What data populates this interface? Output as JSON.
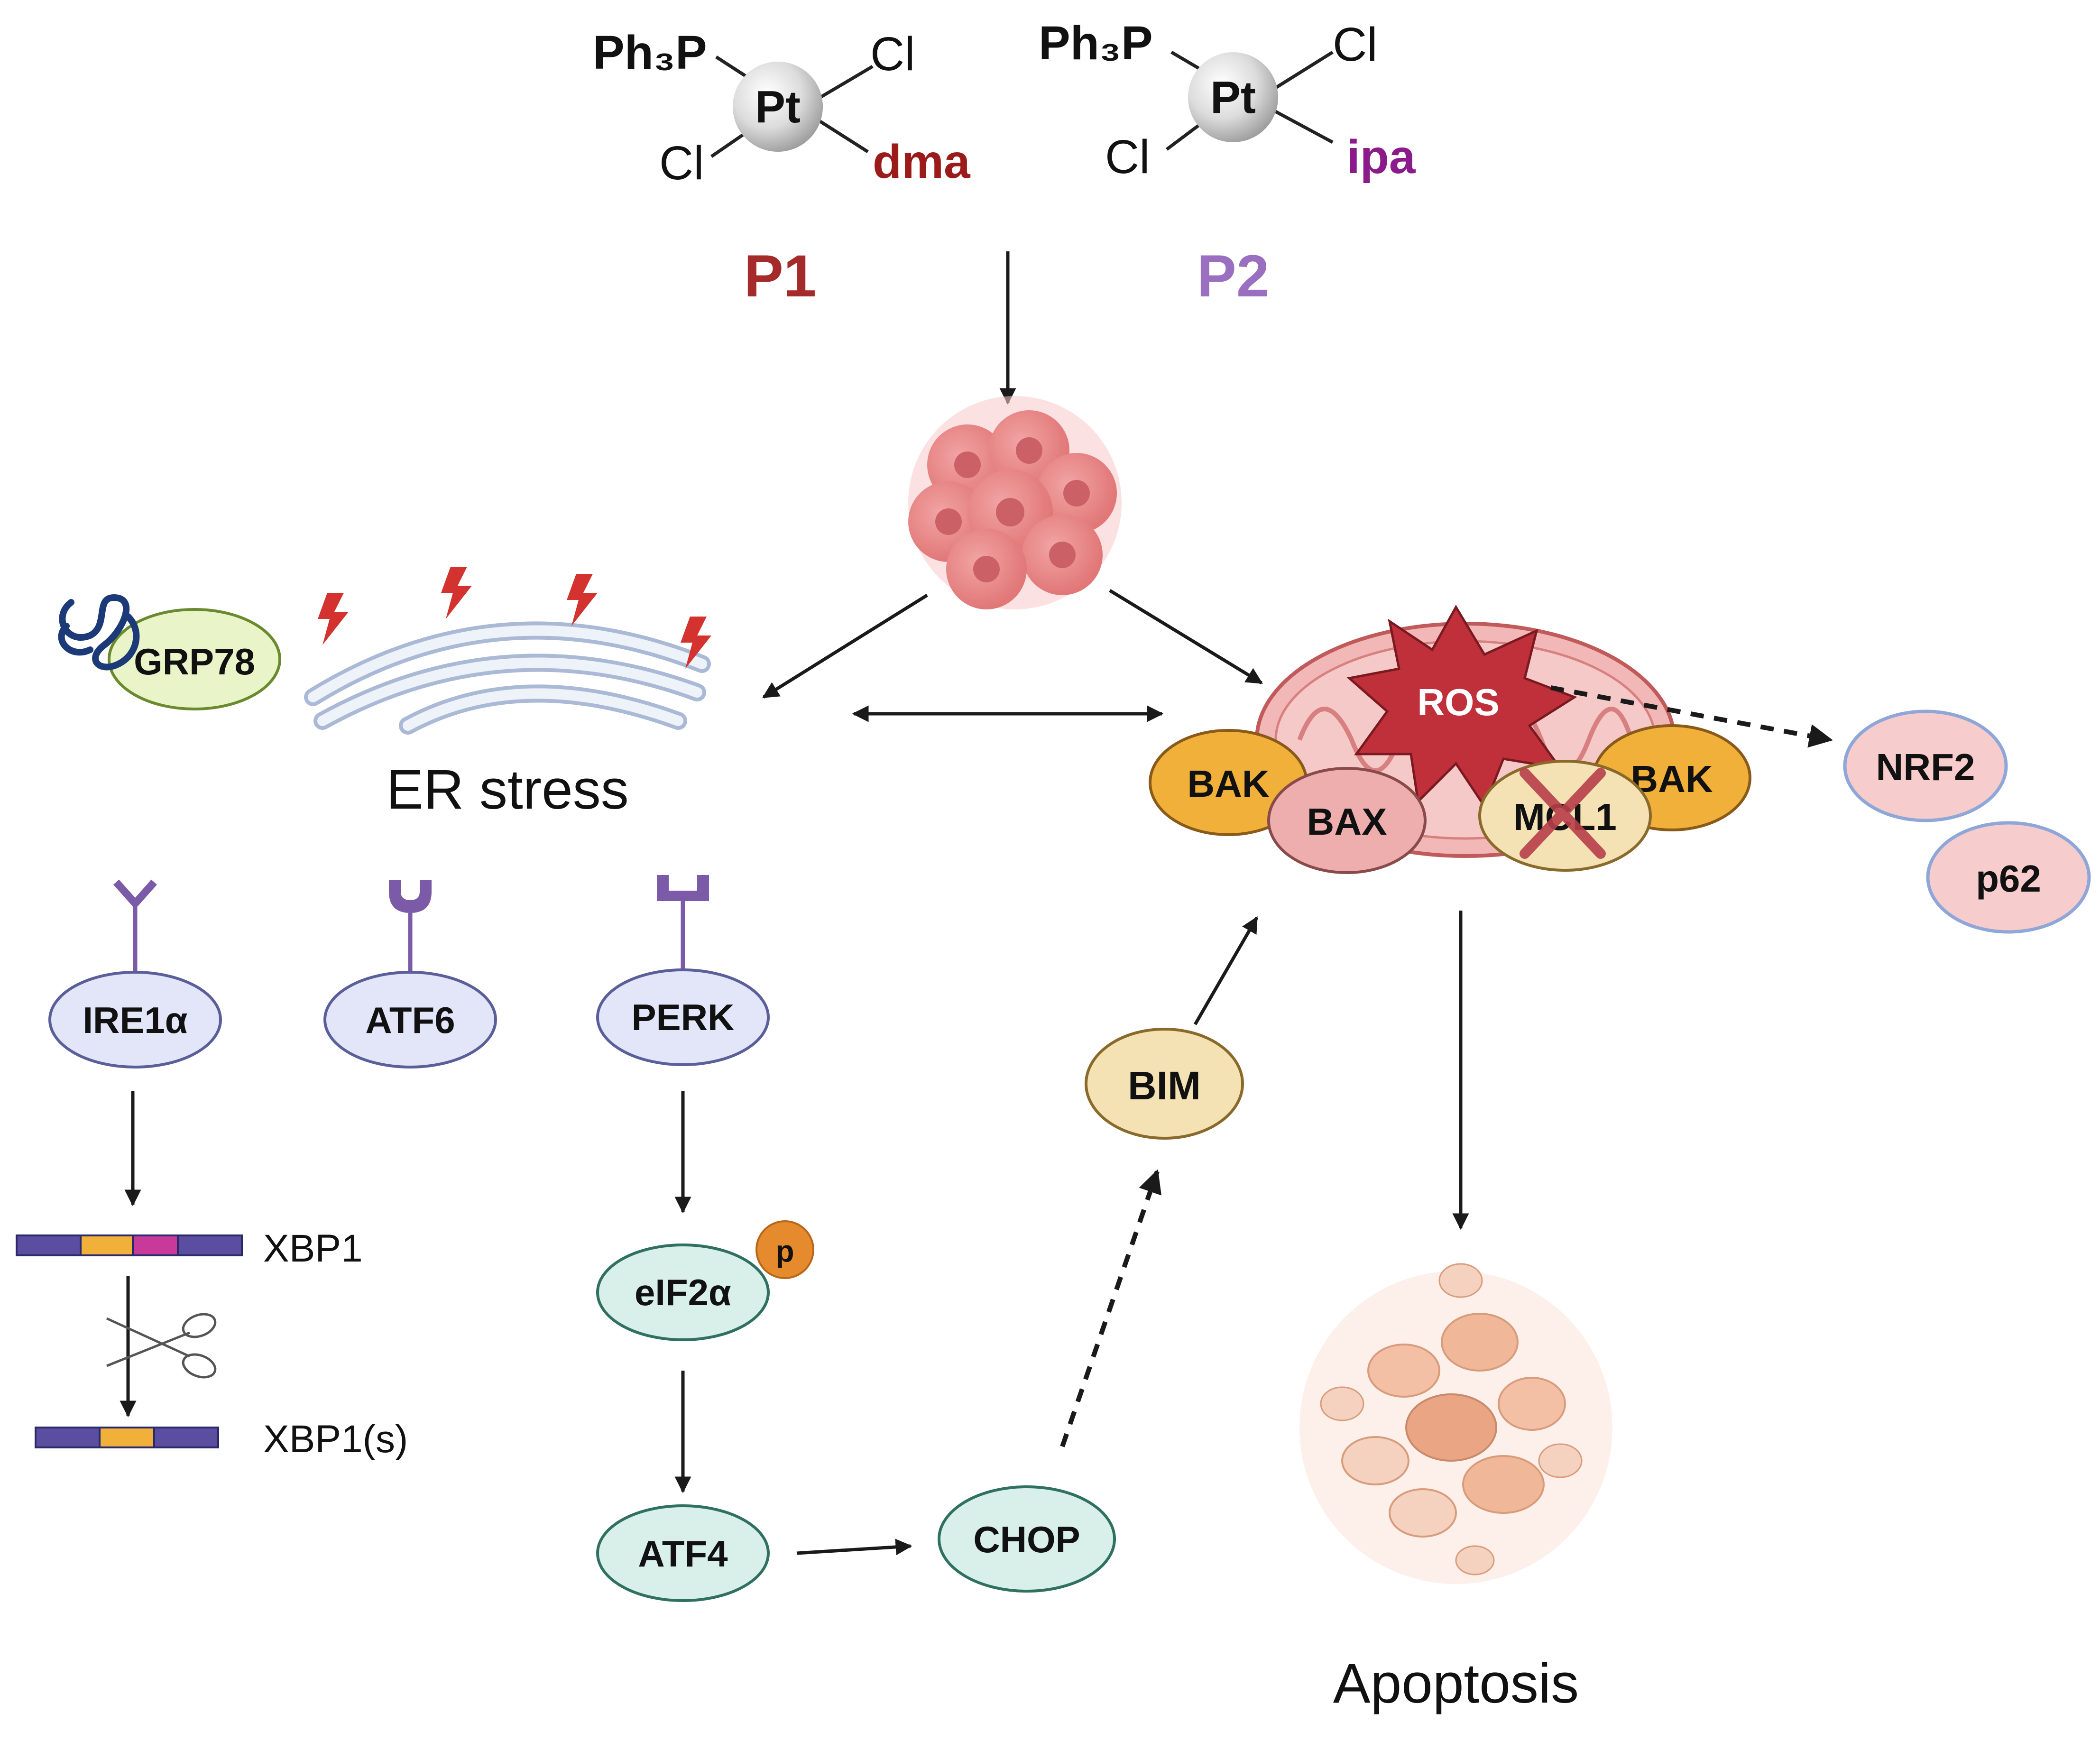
{
  "compounds": {
    "p1": {
      "ligand_ph3p": "Ph₃P",
      "metal": "Pt",
      "cl_top": "Cl",
      "cl_bottom": "Cl",
      "ligand_amine": "dma",
      "label": "P1"
    },
    "p2": {
      "ligand_ph3p": "Ph₃P",
      "metal": "Pt",
      "cl_top": "Cl",
      "cl_bottom": "Cl",
      "ligand_amine": "ipa",
      "label": "P2"
    }
  },
  "er": {
    "chaperone": "GRP78",
    "title": "ER stress",
    "sensors": {
      "ire1a": "IRE1α",
      "atf6": "ATF6",
      "perk": "PERK"
    },
    "xbp1": "XBP1",
    "xbp1s": "XBP1(s)",
    "eif2a": "eIF2α",
    "phospho": "p",
    "atf4": "ATF4",
    "chop": "CHOP"
  },
  "mito": {
    "ros": "ROS",
    "bak_left": "BAK",
    "bax": "BAX",
    "mcl1": "MCL1",
    "bak_right": "BAK",
    "bim": "BIM",
    "nrf2": "NRF2",
    "p62": "p62"
  },
  "outcome": {
    "apoptosis": "Apoptosis"
  },
  "colors": {
    "p1": "#a52a2a",
    "p2": "#9a6fc0",
    "dma": "#9b1b1b",
    "ipa": "#8b1a8b",
    "sensor_fill": "#e3e6f8",
    "sensor_stroke": "#5a5f9a",
    "perk_branch_fill": "#d8efea",
    "perk_branch_stroke": "#2f7060",
    "bak_fill": "#f0b03a",
    "bax_fill": "#eeaeae",
    "mcl1_fill": "#f4e2b4",
    "nrf2_fill": "#f6cccc",
    "nrf2_stroke": "#8fa6d8",
    "ros_fill": "#c0303a",
    "receptor": "#7b5aa8",
    "phospho": "#e68a2e",
    "grp78_fill": "#e9f5c8",
    "grp78_stroke": "#6a8a30"
  },
  "icons": {
    "tumor": "tumor-cell-cluster-icon",
    "er_organelle": "endoplasmic-reticulum-icon",
    "mitochondrion": "mitochondrion-icon",
    "scissors": "scissors-icon",
    "apoptotic_cell": "apoptotic-cell-icon",
    "grp78_protein": "unfolded-protein-icon"
  }
}
